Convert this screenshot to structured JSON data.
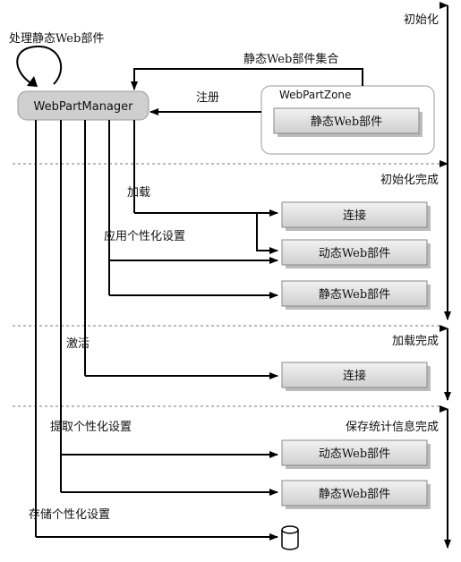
{
  "phases": {
    "init": "初始化",
    "init_done": "初始化完成",
    "load_done": "加载完成",
    "save_done": "保存统计信息完成"
  },
  "manager": {
    "label": "WebPartManager",
    "self_loop_label": "处理静态Web部件"
  },
  "zone": {
    "label": "WebPartZone",
    "static_part": "静态Web部件"
  },
  "arrows": {
    "static_collection": "静态Web部件集合",
    "register": "注册",
    "load": "加载",
    "apply_personalization": "应用个性化设置",
    "activate": "激活",
    "extract_personalization": "提取个性化设置",
    "store_personalization": "存储个性化设置"
  },
  "boxes": {
    "connections_1": "连接",
    "dynamic_parts": "动态Web部件",
    "static_parts_1": "静态Web部件",
    "connections_2": "连接",
    "dynamic_parts_2": "动态Web部件",
    "static_parts_2": "静态Web部件"
  },
  "icons": {
    "store": "database-icon"
  }
}
